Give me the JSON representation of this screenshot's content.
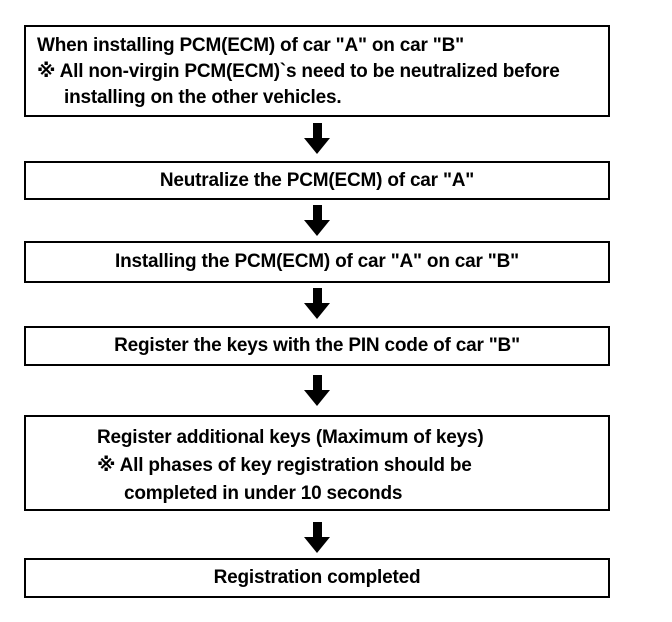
{
  "flowchart": {
    "title_hint": "PCM(ECM) neutralization and key registration procedure",
    "colors": {
      "background": "#ffffff",
      "border": "#000000",
      "text": "#000000",
      "arrow": "#000000"
    },
    "steps": [
      {
        "name": "precondition",
        "lines": [
          "When installing PCM(ECM) of car \"A\" on car \"B\"",
          "※ All non-virgin PCM(ECM)`s need to be neutralized before",
          "installing on the other vehicles."
        ]
      },
      {
        "name": "neutralize",
        "lines": [
          "Neutralize the PCM(ECM) of car \"A\""
        ]
      },
      {
        "name": "install",
        "lines": [
          "Installing the PCM(ECM) of car \"A\" on car \"B\""
        ]
      },
      {
        "name": "register-keys",
        "lines": [
          "Register the keys with the PIN code of car \"B\""
        ]
      },
      {
        "name": "register-additional-keys",
        "lines": [
          "Register additional keys (Maximum of keys)",
          "※ All phases of key registration should be",
          "completed in under 10 seconds"
        ]
      },
      {
        "name": "completed",
        "lines": [
          "Registration completed"
        ]
      }
    ]
  }
}
